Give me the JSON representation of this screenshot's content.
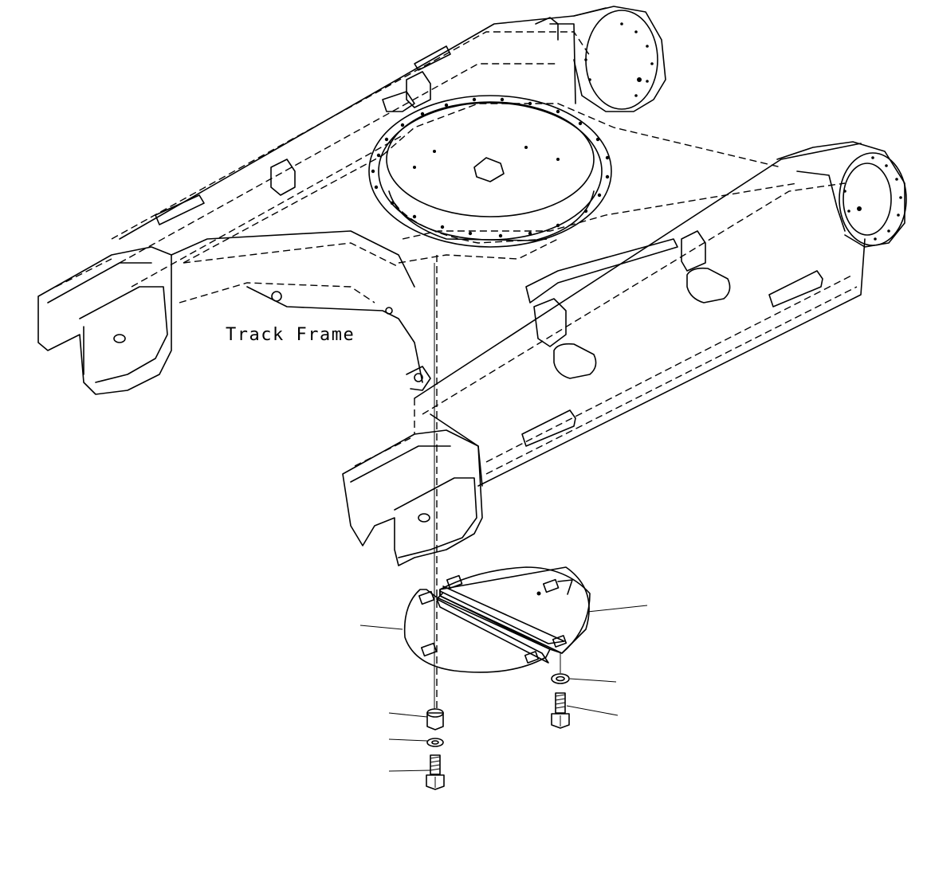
{
  "diagram": {
    "label_track_frame": "Track Frame",
    "parts": [
      {
        "name": "undercover-plate-right",
        "icon": "plate-icon"
      },
      {
        "name": "undercover-plate-left",
        "icon": "plate-icon"
      },
      {
        "name": "washer-right",
        "icon": "washer-icon"
      },
      {
        "name": "bolt-right",
        "icon": "bolt-icon"
      },
      {
        "name": "nut-left",
        "icon": "nut-icon"
      },
      {
        "name": "washer-left",
        "icon": "washer-icon"
      },
      {
        "name": "bolt-left",
        "icon": "bolt-icon"
      }
    ],
    "line_color": "#000000",
    "background": "#ffffff"
  }
}
